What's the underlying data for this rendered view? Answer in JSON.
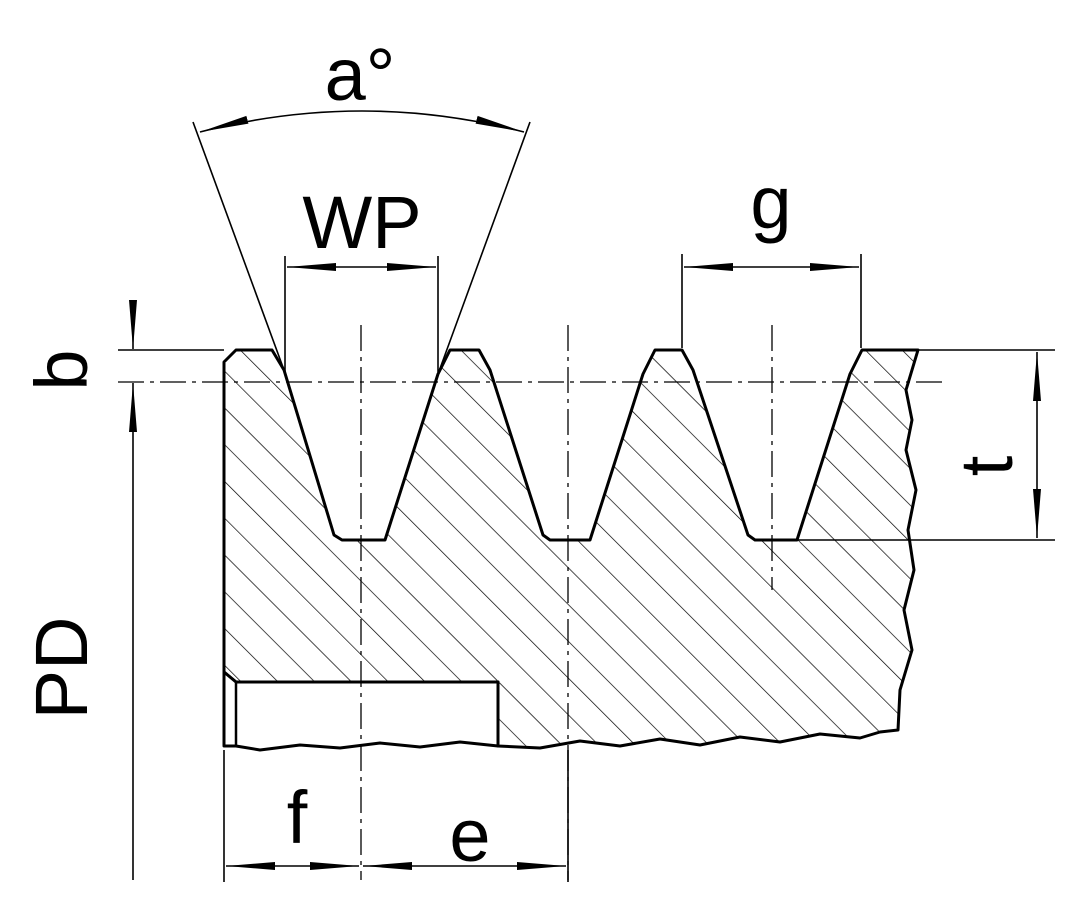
{
  "labels": {
    "angle": "a°",
    "wp": "WP",
    "g": "g",
    "b": "b",
    "t": "t",
    "pd": "PD",
    "f": "f",
    "e": "e"
  },
  "colors": {
    "ink": "#000000",
    "background": "#ffffff"
  }
}
